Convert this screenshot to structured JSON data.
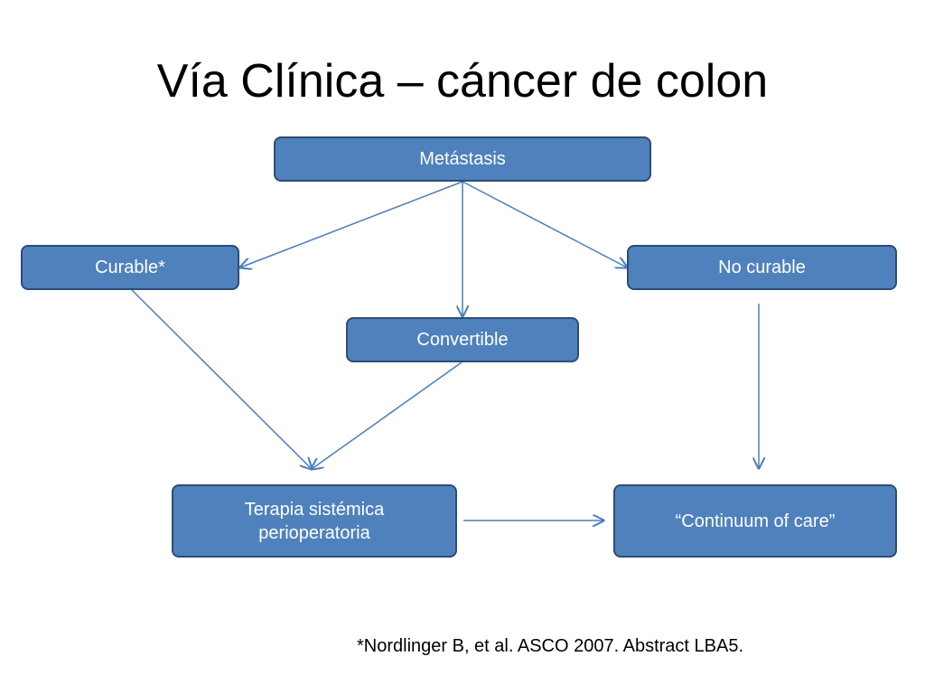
{
  "title": "Vía Clínica – cáncer de colon",
  "nodes": {
    "metastasis": "Metástasis",
    "curable": "Curable*",
    "no_curable": "No curable",
    "convertible": "Convertible",
    "terapia_line1": "Terapia sistémica",
    "terapia_line2": "perioperatoria",
    "continuum": "“Continuum of care”"
  },
  "footnote": "*Nordlinger B, et al. ASCO 2007. Abstract LBA5.",
  "colors": {
    "box_fill": "#4f81bd",
    "box_border": "#2c4d75",
    "arrow": "#4a7ebb"
  }
}
